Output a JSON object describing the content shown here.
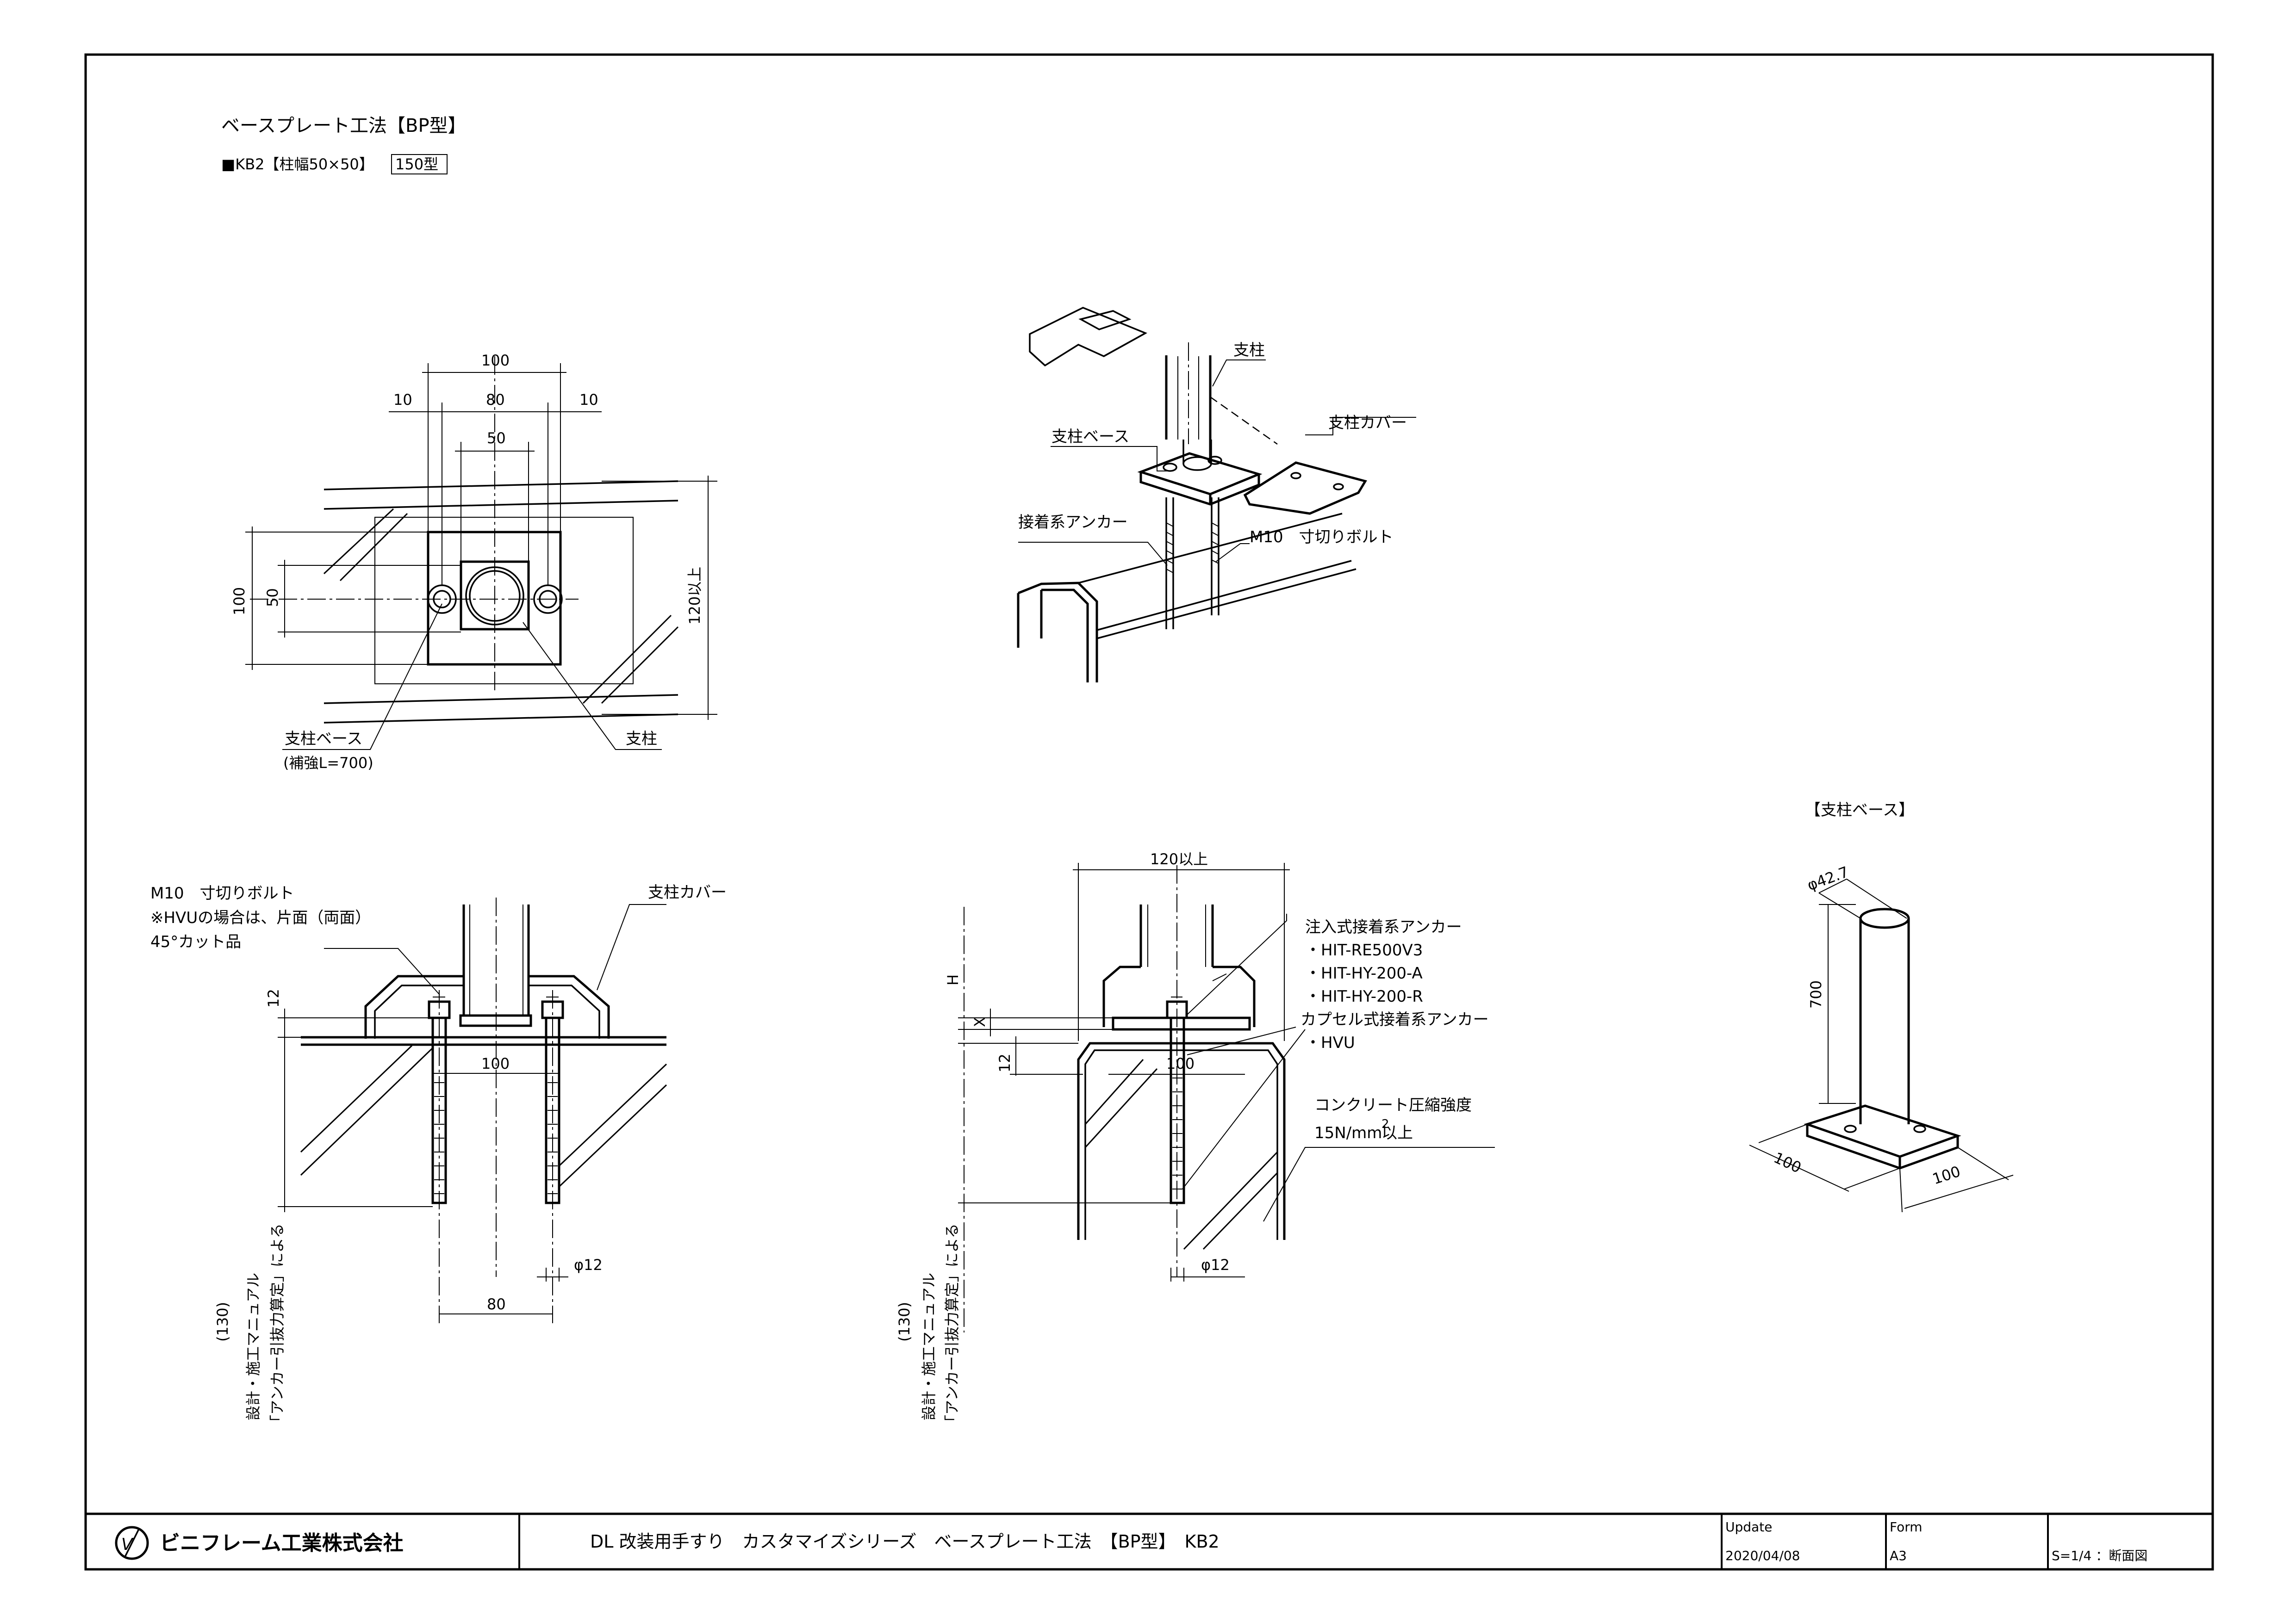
{
  "header": {
    "title": "ベースプレート工法【BP型】",
    "subtitle": "■KB2【柱幅50×50】",
    "subtitle_box": "150型"
  },
  "plan_view": {
    "dim_100": "100",
    "dim_10_left": "10",
    "dim_80": "80",
    "dim_10_right": "10",
    "dim_50_top": "50",
    "dim_100_left": "100",
    "dim_50_left": "50",
    "dim_120_right": "120以上",
    "label_base": "支柱ベース",
    "label_base_note": "(補強L=700)",
    "label_post": "支柱"
  },
  "iso_view": {
    "label_post": "支柱",
    "label_base": "支柱ベース",
    "label_cover": "支柱カバー",
    "label_anchor": "接着系アンカー",
    "label_bolt": "M10　寸切りボルト"
  },
  "section_left": {
    "note_1": "M10　寸切りボルト",
    "note_2": "※HVUの場合は、片面（両面）",
    "note_3": "45°カット品",
    "label_cover": "支柱カバー",
    "dim_12": "12",
    "dim_100": "100",
    "dim_80": "80",
    "dim_phi12": "φ12",
    "vert_1": "(130)",
    "vert_2": "設計・施工マニュアル",
    "vert_3": "「アンカー引抜力算定」による"
  },
  "section_right": {
    "dim_120": "120以上",
    "label_H": "H",
    "label_X": "X",
    "dim_12": "12",
    "dim_100": "100",
    "dim_phi12": "φ12",
    "note_a1": "注入式接着系アンカー",
    "note_a2": "・HIT-RE500V3",
    "note_a3": "・HIT-HY-200-A",
    "note_a4": "・HIT-HY-200-R",
    "note_b1": "カプセル式接着系アンカー",
    "note_b2": "・HVU",
    "note_c1": "コンクリート圧縮強度",
    "note_c2": "15N/mm",
    "note_c2_sup": "2",
    "note_c3": "以上",
    "vert_1": "(130)",
    "vert_2": "設計・施工マニュアル",
    "vert_3": "「アンカー引抜力算定」による"
  },
  "base_detail": {
    "title": "【支柱ベース】",
    "dim_phi": "φ42.7",
    "dim_700": "700",
    "dim_100_a": "100",
    "dim_100_b": "100"
  },
  "title_block": {
    "company": "ビニフレーム工業株式会社",
    "drawing_title": "DL 改装用手すり　カスタマイズシリーズ　ベースプレート工法　【BP型】　KB2",
    "update_label": "Update",
    "update_value": "2020/04/08",
    "form_label": "Form",
    "form_value": "A3",
    "scale": "S=1/4 ：断面図"
  }
}
